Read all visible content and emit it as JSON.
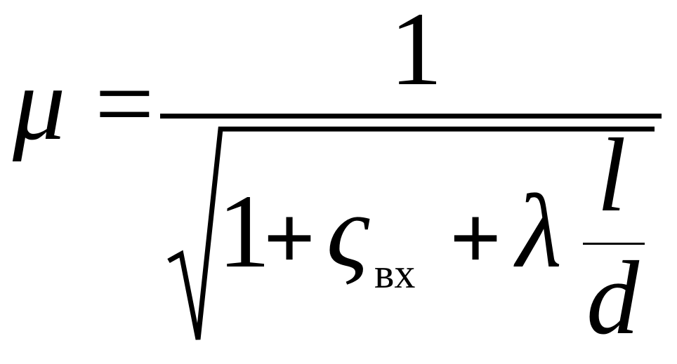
{
  "formula": {
    "lhs": "μ",
    "equals": "=",
    "numerator": "1",
    "denominator": {
      "term1": "1",
      "plus1": "+",
      "zeta": "ς",
      "zeta_subscript": "вх",
      "plus2": "+",
      "lambda": "λ",
      "frac_numerator": "l",
      "frac_denominator": "d"
    }
  }
}
